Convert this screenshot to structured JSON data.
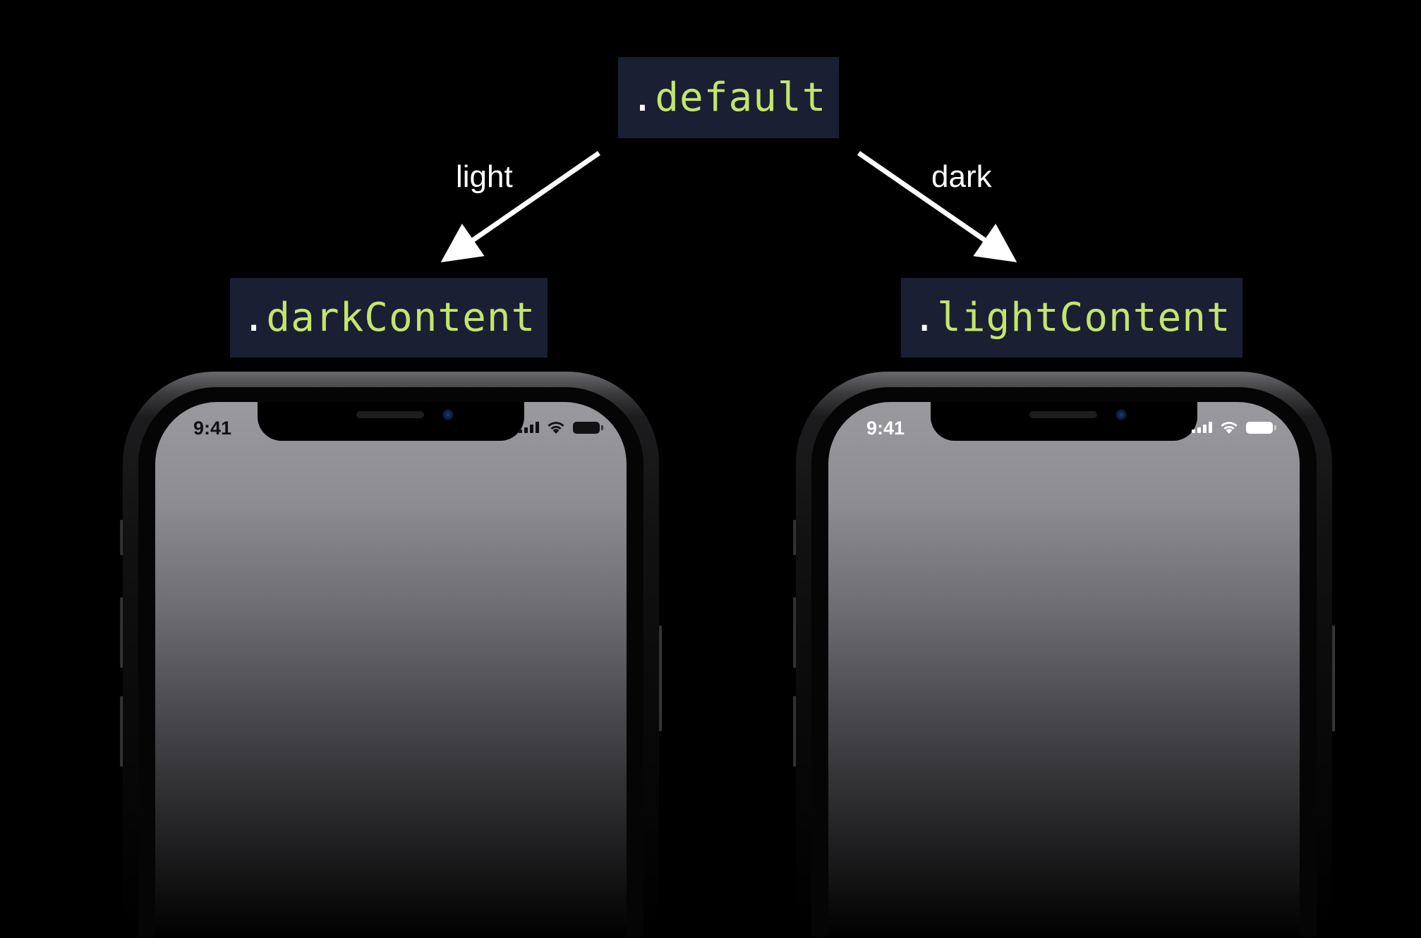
{
  "diagram": {
    "root": {
      "dot": ".",
      "name": "default"
    },
    "branches": [
      {
        "edge_label": "light",
        "dot": ".",
        "name": "darkContent"
      },
      {
        "edge_label": "dark",
        "dot": ".",
        "name": "lightContent"
      }
    ]
  },
  "phones": [
    {
      "time": "9:41",
      "status_style": "dark"
    },
    {
      "time": "9:41",
      "status_style": "light"
    }
  ],
  "colors": {
    "background": "#000000",
    "code_box": "#1a1f33",
    "code_text": "#c2e66b",
    "arrow": "#ffffff"
  }
}
